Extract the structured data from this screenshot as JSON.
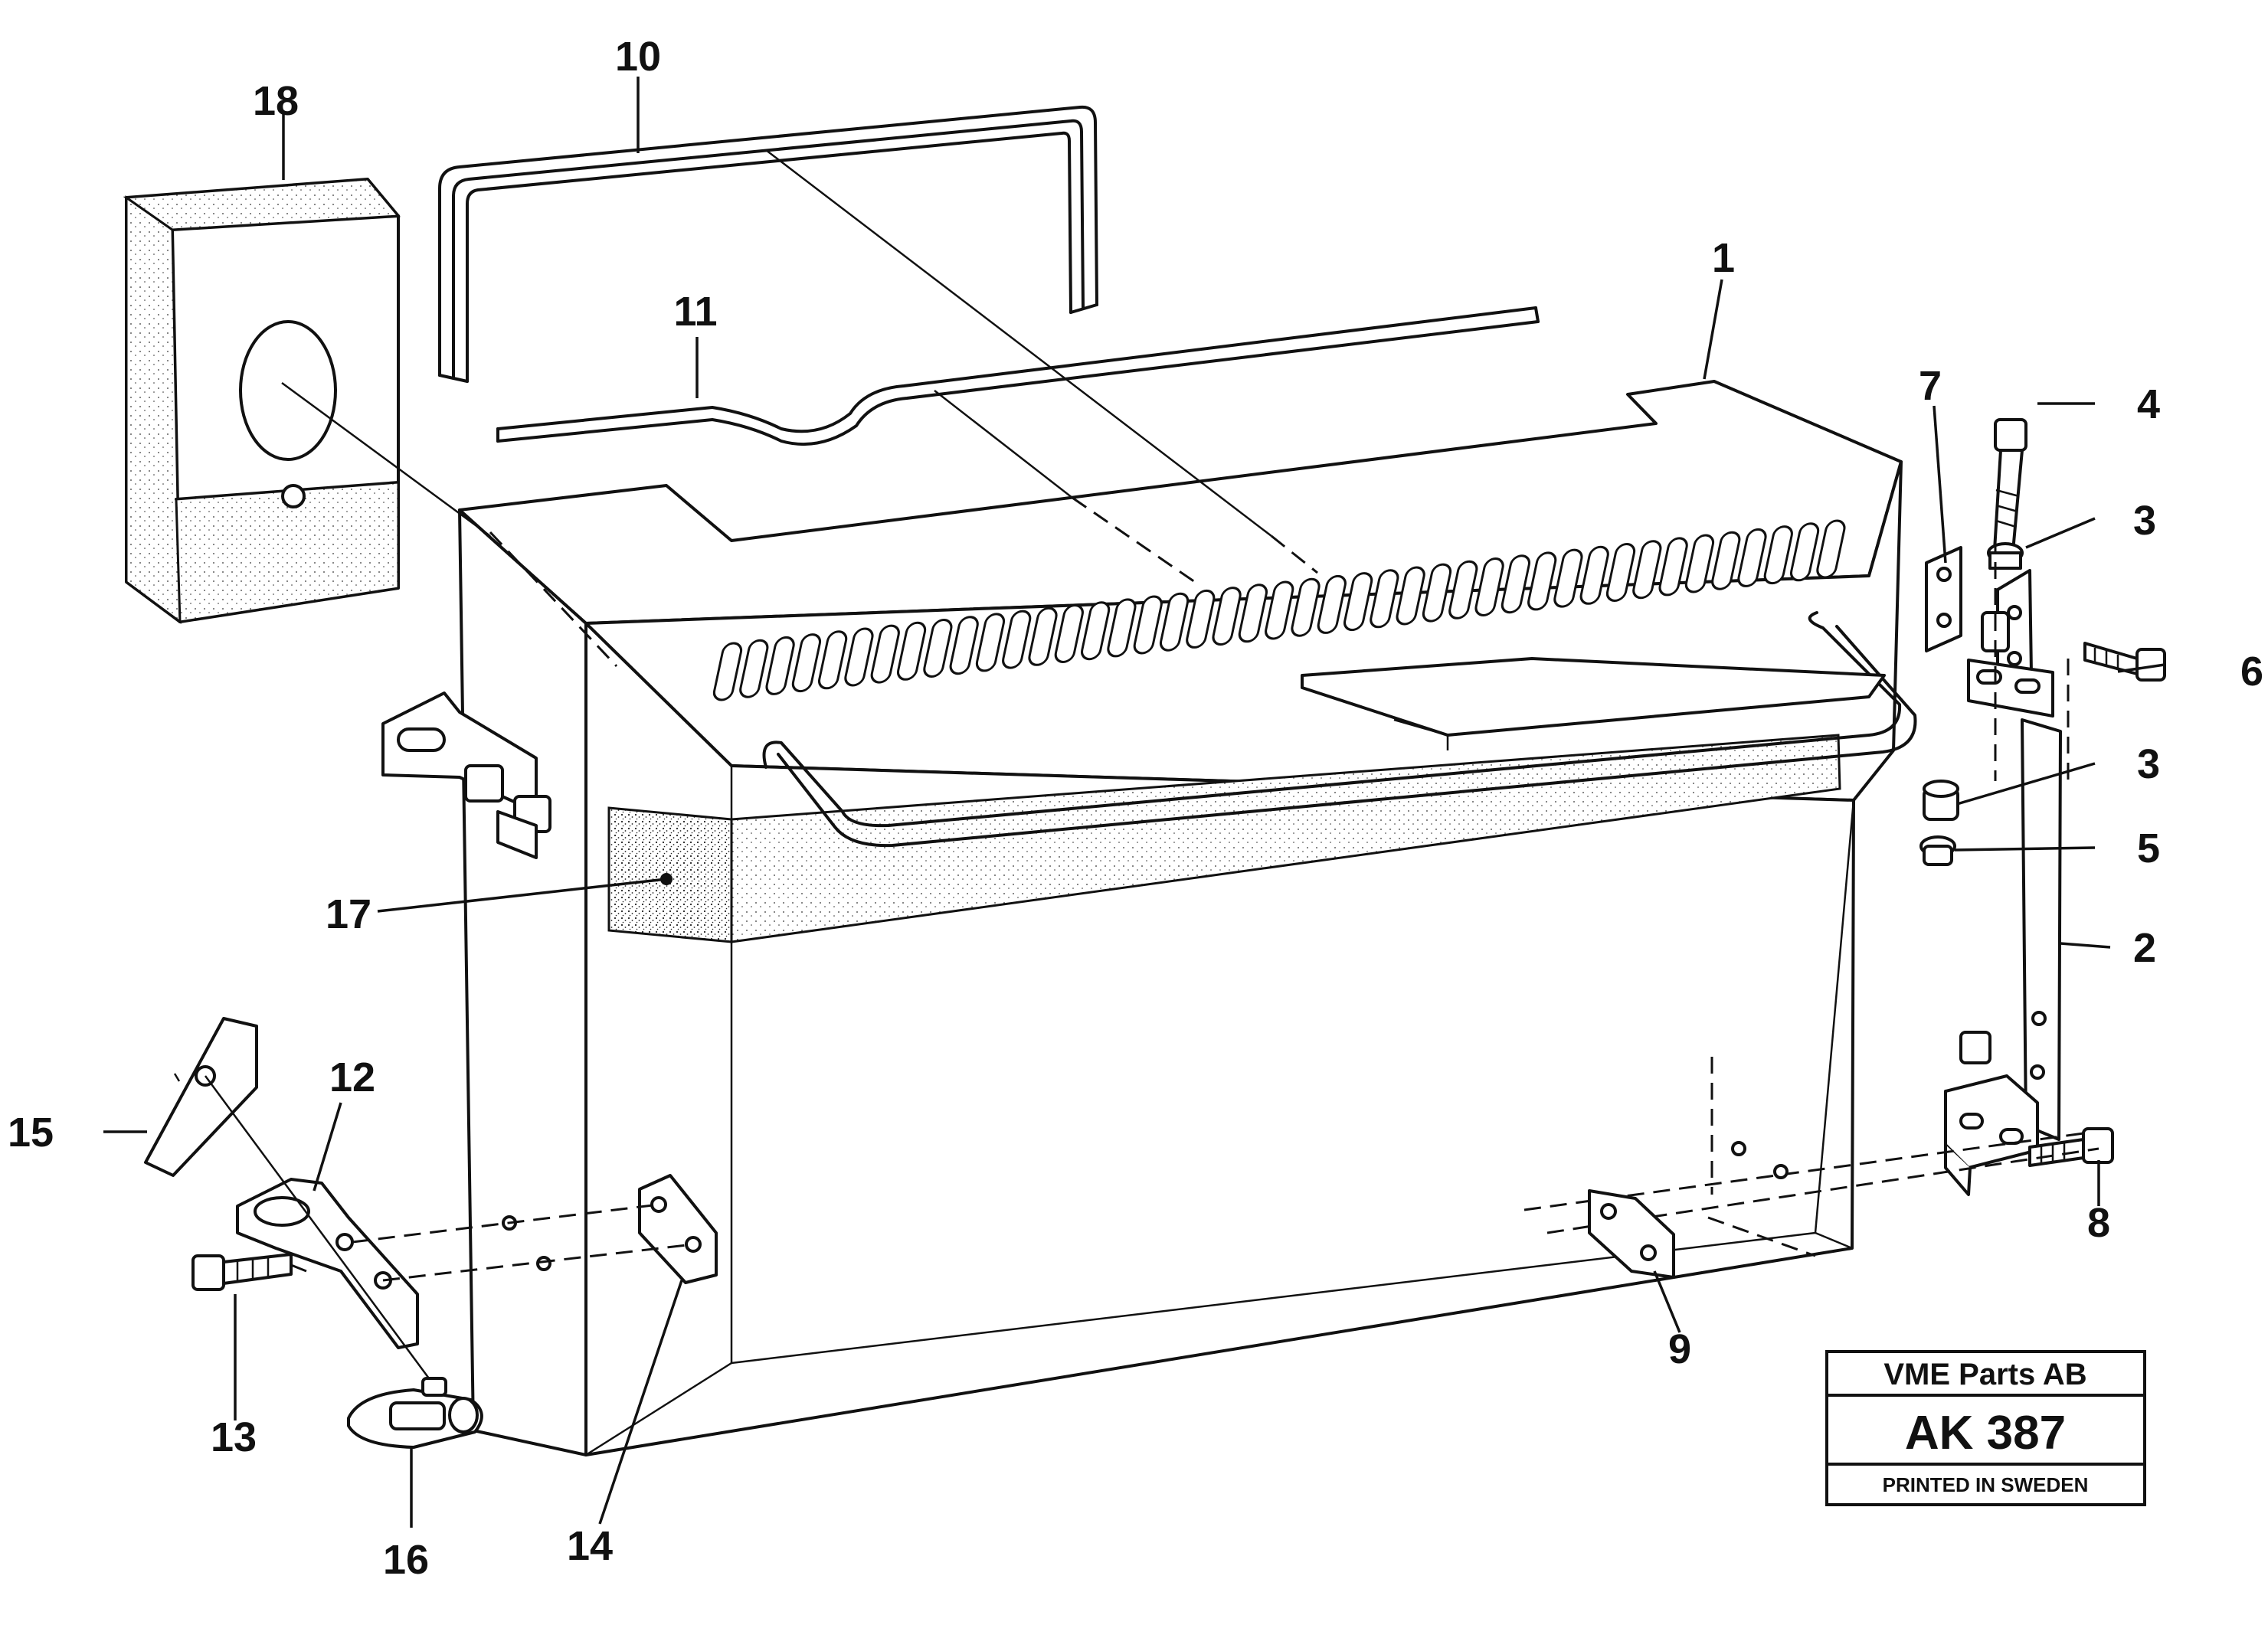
{
  "diagram": {
    "callouts": [
      {
        "id": "c1",
        "label": "1"
      },
      {
        "id": "c2",
        "label": "2"
      },
      {
        "id": "c3a",
        "label": "3"
      },
      {
        "id": "c3b",
        "label": "3"
      },
      {
        "id": "c4",
        "label": "4"
      },
      {
        "id": "c5",
        "label": "5"
      },
      {
        "id": "c6",
        "label": "6"
      },
      {
        "id": "c7",
        "label": "7"
      },
      {
        "id": "c8",
        "label": "8"
      },
      {
        "id": "c9",
        "label": "9"
      },
      {
        "id": "c10",
        "label": "10"
      },
      {
        "id": "c11",
        "label": "11"
      },
      {
        "id": "c12",
        "label": "12"
      },
      {
        "id": "c13",
        "label": "13"
      },
      {
        "id": "c14",
        "label": "14"
      },
      {
        "id": "c15",
        "label": "15"
      },
      {
        "id": "c16",
        "label": "16"
      },
      {
        "id": "c17",
        "label": "17"
      },
      {
        "id": "c18",
        "label": "18"
      }
    ],
    "stamp": {
      "company": "VME Parts AB",
      "code": "AK 387",
      "printed": "PRINTED IN SWEDEN"
    }
  }
}
